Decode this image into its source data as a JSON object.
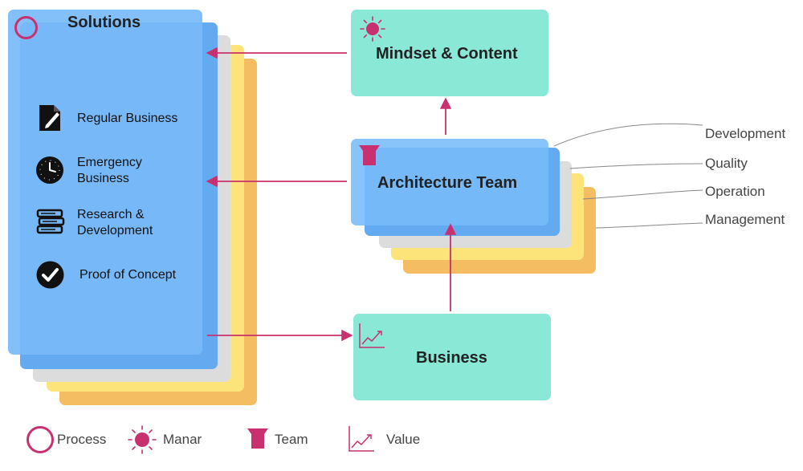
{
  "colors": {
    "accent": "#c8306f",
    "blue": "#6fb6f5",
    "teal": "#8ae8d6",
    "grey": "#dcdcdc",
    "yellow": "#fde47a",
    "orange": "#f4bd61"
  },
  "solutions": {
    "title": "Solutions",
    "items": [
      {
        "label": "Regular Business",
        "icon": "document-pen-icon"
      },
      {
        "label": "Emergency\nBusiness",
        "icon": "clock-icon"
      },
      {
        "label": "Research &\nDevelopment",
        "icon": "books-icon"
      },
      {
        "label": "Proof of Concept",
        "icon": "checkmark-icon"
      }
    ]
  },
  "mindset": {
    "title": "Mindset & Content"
  },
  "architecture": {
    "title": "Architecture Team"
  },
  "business": {
    "title": "Business"
  },
  "architecture_layers": [
    "Development",
    "Quality",
    "Operation",
    "Management"
  ],
  "legend": [
    {
      "label": "Process",
      "icon": "process-circle-icon"
    },
    {
      "label": "Manar",
      "icon": "sun-icon"
    },
    {
      "label": "Team",
      "icon": "team-cup-icon"
    },
    {
      "label": "Value",
      "icon": "value-chart-icon"
    }
  ]
}
